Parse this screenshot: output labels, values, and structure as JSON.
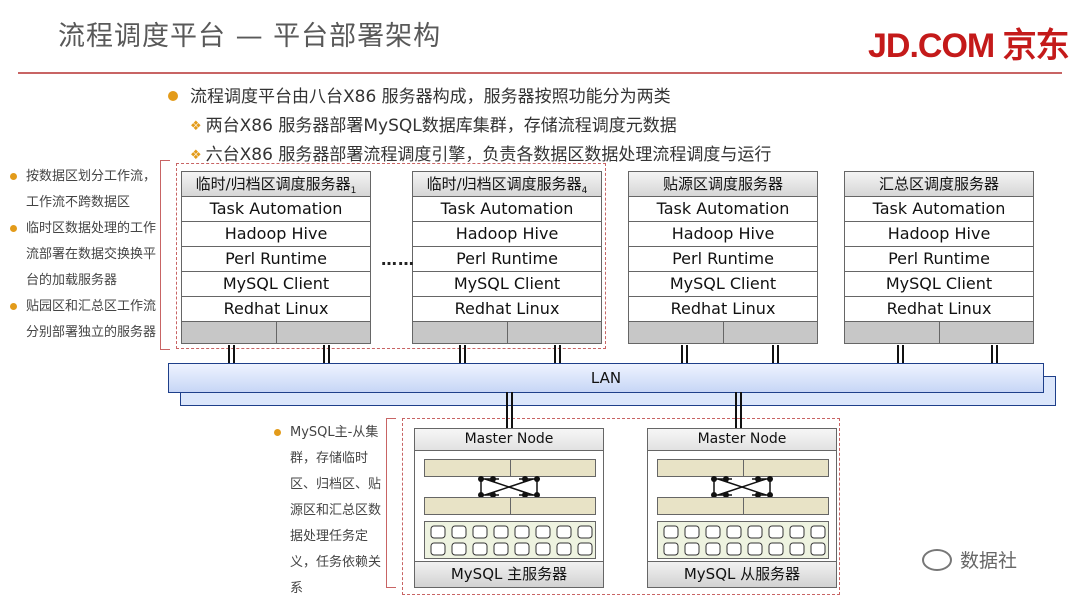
{
  "title": "流程调度平台 — 平台部署架构",
  "logo": "JD.COM 京东",
  "bullets": {
    "main": "流程调度平台由八台X86 服务器构成，服务器按照功能分为两类",
    "sub1": "两台X86 服务器部署MySQL数据库集群，存储流程调度元数据",
    "sub2": "六台X86 服务器部署流程调度引擎，负责各数据区数据处理流程调度与运行"
  },
  "left_notes": [
    "按数据区划分工作流，工作流不跨数据区",
    "临时区数据处理的工作流部署在数据交换换平台的加载服务器",
    "贴园区和汇总区工作流分别部署独立的服务器"
  ],
  "bottom_note": "MySQL主-从集群，存储临时区、归档区、贴源区和汇总区数据处理任务定义，任务依赖关系",
  "servers": [
    {
      "title": "临时/归档区调度服务器",
      "sub": "1"
    },
    {
      "title": "临时/归档区调度服务器",
      "sub": "4"
    },
    {
      "title": "贴源区调度服务器",
      "sub": ""
    },
    {
      "title": "汇总区调度服务器",
      "sub": ""
    }
  ],
  "stack_layers": [
    "Task Automation",
    "Hadoop Hive",
    "Perl Runtime",
    "MySQL Client",
    "Redhat Linux"
  ],
  "ellipsis": "……",
  "lan_label": "LAN",
  "mysql": {
    "node_label": "Master Node",
    "primary": "MySQL 主服务器",
    "secondary": "MySQL 从服务器"
  },
  "watermark": "数据社",
  "colors": {
    "accent": "#e39b1a",
    "rule": "#c86464",
    "logo": "#c41a1a",
    "lan_border": "#1e3f8a"
  }
}
